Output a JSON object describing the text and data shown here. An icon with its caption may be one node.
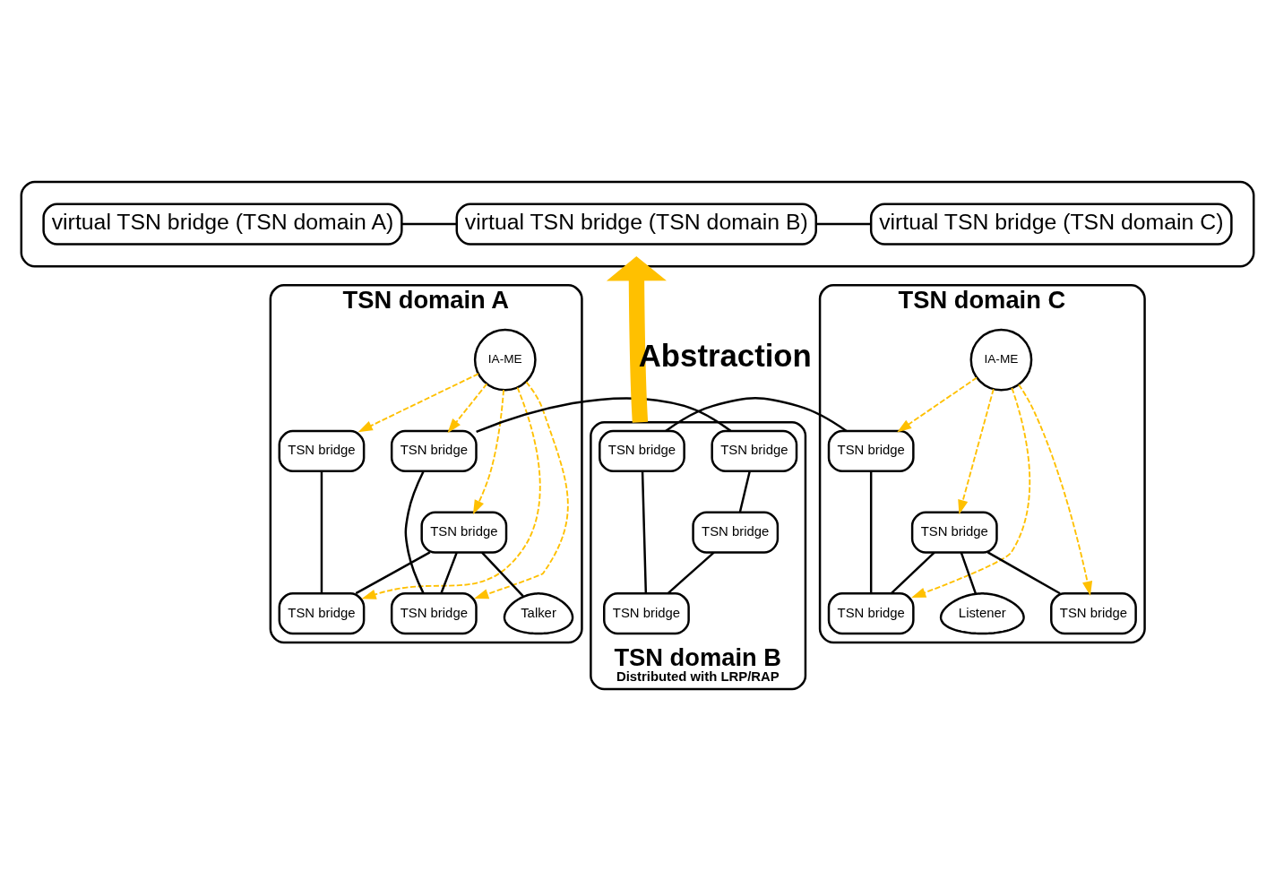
{
  "diagram": {
    "nodes": [
      {
        "text": [],
        "shape": "cloud"
      },
      {
        "text": [
          "virtual TSN bridge (TSN domain A)"
        ],
        "in": 0
      },
      {
        "text": [
          "virtual TSN bridge (TSN domain B)"
        ],
        "in": 0
      },
      {
        "text": [
          "virtual TSN bridge (TSN domain C)"
        ],
        "in": 0
      },
      {
        "text": [
          "TSN domain A"
        ]
      },
      {
        "text": [
          "IA-ME"
        ],
        "in": 4
      },
      {
        "text": [
          "TSN bridge"
        ],
        "in": 4
      },
      {
        "text": [
          "TSN bridge"
        ],
        "in": 4
      },
      {
        "text": [
          "TSN bridge"
        ],
        "in": 4
      },
      {
        "text": [
          "TSN bridge"
        ],
        "in": 4
      },
      {
        "text": [
          "TSN bridge"
        ],
        "in": 4
      },
      {
        "text": [
          "Talker"
        ],
        "in": 4
      },
      {
        "text": [
          "TSN domain B",
          "Distributed with LRP/RAP"
        ]
      },
      {
        "text": [
          "TSN bridge"
        ],
        "in": 12
      },
      {
        "text": [
          "TSN bridge"
        ],
        "in": 12
      },
      {
        "text": [
          "TSN bridge"
        ],
        "in": 12
      },
      {
        "text": [
          "TSN bridge"
        ],
        "in": 12
      },
      {
        "text": [
          "TSN domain C"
        ]
      },
      {
        "text": [
          "IA-ME"
        ],
        "in": 17
      },
      {
        "text": [
          "TSN bridge"
        ],
        "in": 17
      },
      {
        "text": [
          "TSN bridge"
        ],
        "in": 17
      },
      {
        "text": [
          "TSN bridge"
        ],
        "in": 17
      },
      {
        "text": [
          "TSN bridge"
        ],
        "in": 17
      },
      {
        "text": [
          "Listener"
        ],
        "in": 17
      }
    ],
    "edges": [
      {
        "from": 1,
        "to": 2,
        "arrow": "none"
      },
      {
        "from": 2,
        "to": 3,
        "arrow": "none"
      },
      {
        "from": 12,
        "to": 0,
        "arrow": "to",
        "label": "Abstraction",
        "style": "thick",
        "color": "#ffc000"
      },
      {
        "from": 5,
        "to": 6,
        "arrow": "to",
        "style": "dashed",
        "color": "#ffc000"
      },
      {
        "from": 5,
        "to": 7,
        "arrow": "to",
        "style": "dashed",
        "color": "#ffc000"
      },
      {
        "from": 5,
        "to": 8,
        "arrow": "to",
        "style": "dashed",
        "color": "#ffc000"
      },
      {
        "from": 5,
        "to": 9,
        "arrow": "to",
        "style": "dashed",
        "color": "#ffc000"
      },
      {
        "from": 5,
        "to": 10,
        "arrow": "to",
        "style": "dashed",
        "color": "#ffc000"
      },
      {
        "from": 6,
        "to": 9,
        "arrow": "none"
      },
      {
        "from": 7,
        "to": 10,
        "arrow": "none"
      },
      {
        "from": 8,
        "to": 9,
        "arrow": "none"
      },
      {
        "from": 8,
        "to": 10,
        "arrow": "none"
      },
      {
        "from": 8,
        "to": 11,
        "arrow": "none"
      },
      {
        "from": 7,
        "to": 13,
        "arrow": "none"
      },
      {
        "from": 13,
        "to": 14,
        "arrow": "none"
      },
      {
        "from": 14,
        "to": 16,
        "arrow": "none"
      },
      {
        "from": 15,
        "to": 16,
        "arrow": "none"
      },
      {
        "from": 15,
        "to": 19,
        "arrow": "none"
      },
      {
        "from": 18,
        "to": 19,
        "arrow": "to",
        "style": "dashed",
        "color": "#ffc000"
      },
      {
        "from": 18,
        "to": 20,
        "arrow": "to",
        "style": "dashed",
        "color": "#ffc000"
      },
      {
        "from": 18,
        "to": 21,
        "arrow": "to",
        "style": "dashed",
        "color": "#ffc000"
      },
      {
        "from": 18,
        "to": 22,
        "arrow": "to",
        "style": "dashed",
        "color": "#ffc000"
      },
      {
        "from": 19,
        "to": 21,
        "arrow": "none"
      },
      {
        "from": 20,
        "to": 21,
        "arrow": "none"
      },
      {
        "from": 20,
        "to": 22,
        "arrow": "none"
      },
      {
        "from": 20,
        "to": 23,
        "arrow": "none"
      }
    ]
  }
}
